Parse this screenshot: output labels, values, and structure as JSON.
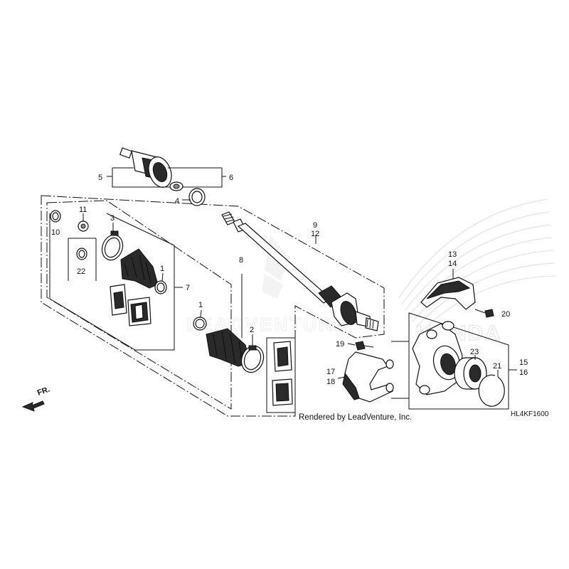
{
  "callouts": {
    "p1a": "1",
    "p1b": "1",
    "p2": "2",
    "p3": "3",
    "p4": "4",
    "p5": "5",
    "p6": "6",
    "p7": "7",
    "p8": "8",
    "p9": "9",
    "p10": "10",
    "p11": "11",
    "p12": "12",
    "p13": "13",
    "p14": "14",
    "p15": "15",
    "p16": "16",
    "p17": "17",
    "p18": "18",
    "p19": "19",
    "p20": "20",
    "p21": "21",
    "p22": "22",
    "p23": "23"
  },
  "footer": {
    "rendered_by": "Rendered by LeadVenture, Inc.",
    "diagram_code": "HL4KF1600"
  },
  "direction": {
    "label": "FR."
  },
  "watermark": {
    "text": "LEADVENTURE"
  }
}
